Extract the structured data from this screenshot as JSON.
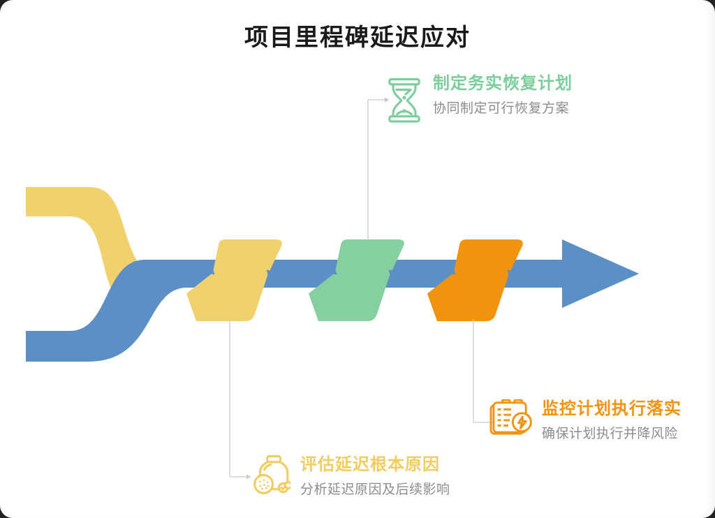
{
  "page": {
    "title": "项目里程碑延迟应对",
    "background": "#ffffff",
    "desc_color": "#8C8C8C"
  },
  "diagram": {
    "type": "ribbon-timeline-arrow",
    "direction": "right",
    "arrow_color": "#5B8FC5",
    "inflow_band_color": "#F1D06E",
    "connector_color": "#C9C9C9"
  },
  "steps": [
    {
      "title": "评估延迟根本原因",
      "desc": "分析延迟原因及后续影响",
      "accent": "#F0CD5E",
      "ribbon_color": "#F1D06E",
      "icon": "jar-analysis-icon",
      "label_position": "bottom-left"
    },
    {
      "title": "制定务实恢复计划",
      "desc": "协同制定可行恢复方案",
      "accent": "#7CCD9B",
      "ribbon_color": "#85CFA0",
      "icon": "hourglass-icon",
      "label_position": "top"
    },
    {
      "title": "监控计划执行落实",
      "desc": "确保计划执行并降风险",
      "accent": "#F0930E",
      "ribbon_color": "#F0940F",
      "icon": "monitor-clipboard-icon",
      "label_position": "bottom-right"
    }
  ]
}
